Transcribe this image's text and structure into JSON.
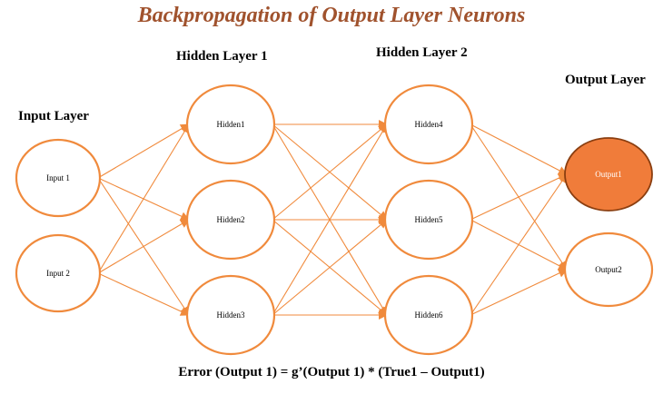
{
  "title": "Backpropagation of Output Layer Neurons",
  "layers": {
    "input": "Input Layer",
    "hidden1": "Hidden Layer 1",
    "hidden2": "Hidden Layer 2",
    "output": "Output  Layer"
  },
  "nodes": {
    "input": [
      "Input 1",
      "Input 2"
    ],
    "hidden1": [
      "Hidden1",
      "Hidden2",
      "Hidden3"
    ],
    "hidden2": [
      "Hidden4",
      "Hidden5",
      "Hidden6"
    ],
    "output": [
      "Output1",
      "Output2"
    ]
  },
  "highlighted_node": "Output1",
  "formula": "Error (Output  1) = g’(Output  1) * (True1 – Output1)",
  "colors": {
    "title": "#a0522d",
    "node_border": "#f08a3c",
    "edge": "#f08a3c",
    "highlight_fill": "#f07c3a",
    "highlight_border": "#8a3e10"
  }
}
